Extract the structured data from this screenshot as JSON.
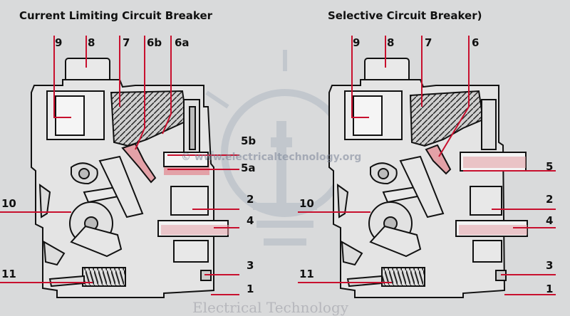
{
  "titles": {
    "left": "Current Limiting Circuit Breaker",
    "right": "Selective Circuit Breaker)"
  },
  "left_labels": {
    "n9": "9",
    "n8": "8",
    "n7": "7",
    "n6b": "6b",
    "n6a": "6a",
    "n5b": "5b",
    "n5a": "5a",
    "n2": "2",
    "n10": "10",
    "n4": "4",
    "n3": "3",
    "n11": "11",
    "n1": "1"
  },
  "right_labels": {
    "n9": "9",
    "n8": "8",
    "n7": "7",
    "n6": "6",
    "n5": "5",
    "n2": "2",
    "n10": "10",
    "n4": "4",
    "n3": "3",
    "n11": "11",
    "n1": "1"
  },
  "watermark": {
    "url": "© www.electricaltechnology.org",
    "brand": "Electrical Technology"
  },
  "colors": {
    "leader": "#c8102e",
    "outline": "#111111",
    "part_fill": "#e9e9e9",
    "highlight": "#e3a1a7",
    "background": "#d9dadb"
  }
}
